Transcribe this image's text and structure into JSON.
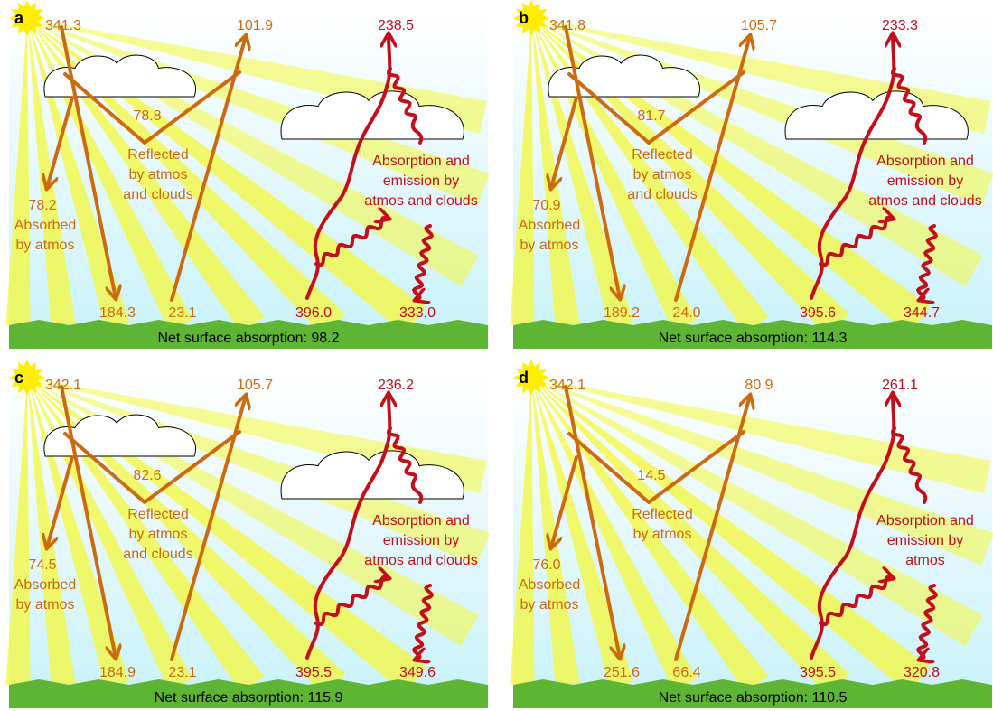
{
  "panels": [
    {
      "letter": "a",
      "sw_incoming": "341.3",
      "sw_toa_reflected": "101.9",
      "reflected_atmos": "78.8",
      "reflected_label": [
        "Reflected",
        "by atmos",
        "and clouds"
      ],
      "absorbed_atmos": "78.2",
      "absorbed_label": [
        "Absorbed",
        "by atmos"
      ],
      "sw_surface_down": "184.3",
      "sw_surface_up": "23.1",
      "lw_toa": "238.5",
      "lw_label": [
        "Absorption and",
        "emission by",
        "atmos and clouds"
      ],
      "lw_surface_up": "396.0",
      "lw_surface_down": "333.0",
      "net_label": "Net surface absorption: 98.2",
      "clouds": true
    },
    {
      "letter": "b",
      "sw_incoming": "341.8",
      "sw_toa_reflected": "105.7",
      "reflected_atmos": "81.7",
      "reflected_label": [
        "Reflected",
        "by atmos",
        "and clouds"
      ],
      "absorbed_atmos": "70.9",
      "absorbed_label": [
        "Absorbed",
        "by atmos"
      ],
      "sw_surface_down": "189.2",
      "sw_surface_up": "24.0",
      "lw_toa": "233.3",
      "lw_label": [
        "Absorption and",
        "emission by",
        "atmos and clouds"
      ],
      "lw_surface_up": "395.6",
      "lw_surface_down": "344.7",
      "net_label": "Net surface absorption: 114.3",
      "clouds": true
    },
    {
      "letter": "c",
      "sw_incoming": "342.1",
      "sw_toa_reflected": "105.7",
      "reflected_atmos": "82.6",
      "reflected_label": [
        "Reflected",
        "by atmos",
        "and clouds"
      ],
      "absorbed_atmos": "74.5",
      "absorbed_label": [
        "Absorbed",
        "by atmos"
      ],
      "sw_surface_down": "184.9",
      "sw_surface_up": "23.1",
      "lw_toa": "236.2",
      "lw_label": [
        "Absorption and",
        "emission by",
        "atmos and clouds"
      ],
      "lw_surface_up": "395.5",
      "lw_surface_down": "349.6",
      "net_label": "Net surface absorption: 115.9",
      "clouds": true
    },
    {
      "letter": "d",
      "sw_incoming": "342.1",
      "sw_toa_reflected": "80.9",
      "reflected_atmos": "14.5",
      "reflected_label": [
        "Reflected",
        "by atmos"
      ],
      "absorbed_atmos": "76.0",
      "absorbed_label": [
        "Absorbed",
        "by atmos"
      ],
      "sw_surface_down": "251.6",
      "sw_surface_up": "66.4",
      "lw_toa": "261.1",
      "lw_label": [
        "Absorption and",
        "emission by",
        "atmos"
      ],
      "lw_surface_up": "395.5",
      "lw_surface_down": "320.8",
      "net_label": "Net surface absorption: 110.5",
      "clouds": false
    }
  ],
  "colors": {
    "sky_top": "#ffffff",
    "sky_bottom": "#cdf3fa",
    "sun": "#ffee00",
    "beam": "#f4f73a",
    "shortwave": "#cc6a10",
    "longwave": "#c20f1b",
    "ground": "#5db533"
  }
}
